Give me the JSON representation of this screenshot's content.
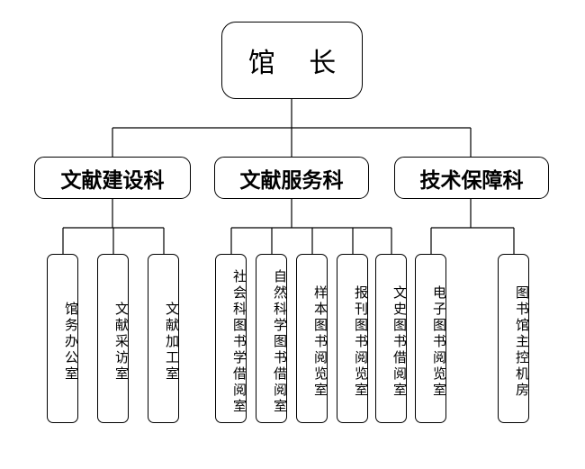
{
  "root": "馆 长",
  "departments": [
    {
      "name": "文献建设科",
      "offices": [
        "馆务办公室",
        "文献采访室",
        "文献加工室"
      ]
    },
    {
      "name": "文献服务科",
      "offices": [
        "社会科图书学借阅室",
        "自然科学图书借阅室",
        "样本图书阅览室",
        "报刊图书阅览室",
        "文史图书借阅室"
      ]
    },
    {
      "name": "技术保障科",
      "offices": [
        "电子图书阅览室",
        "图书馆主控机房"
      ]
    }
  ]
}
